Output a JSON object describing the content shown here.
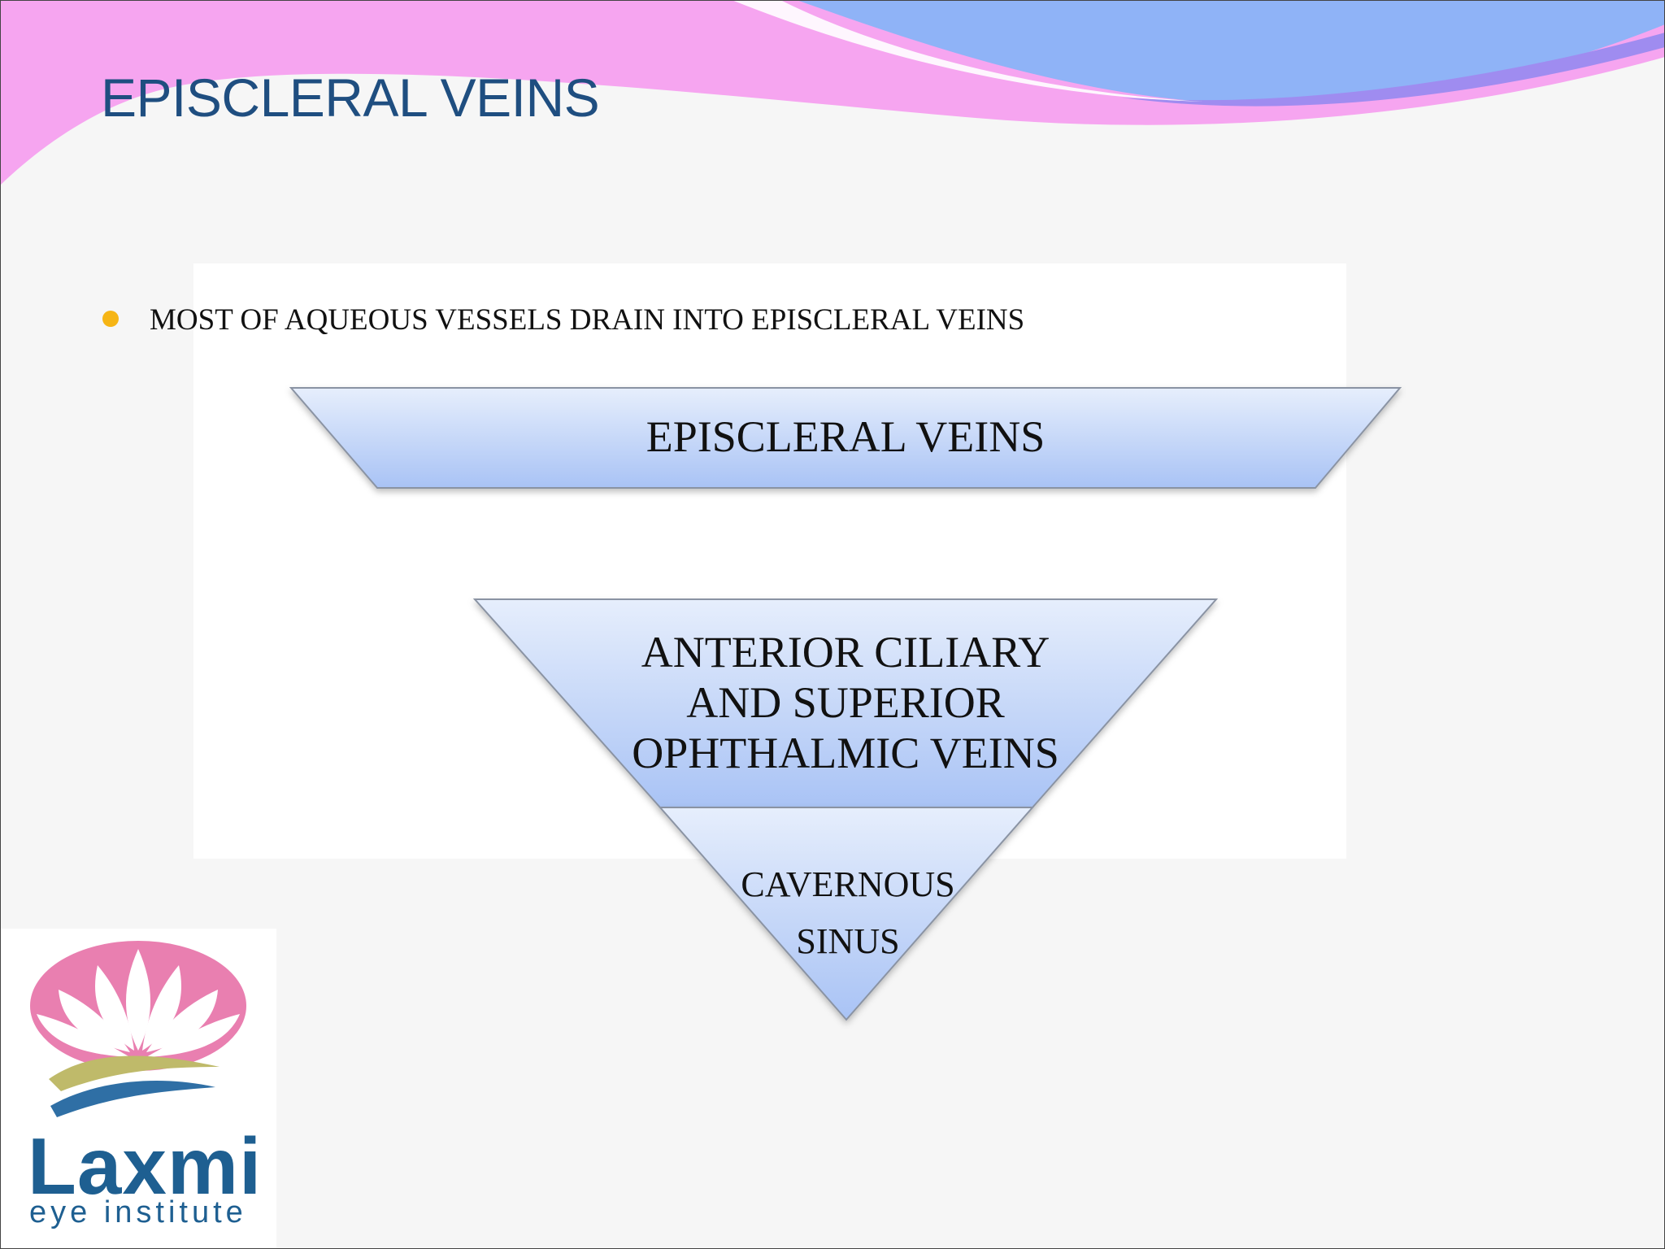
{
  "slide": {
    "title": "EPISCLERAL VEINS",
    "bullet": "MOST OF AQUEOUS VESSELS DRAIN INTO EPISCLERAL VEINS"
  },
  "diagram": {
    "top_box": "EPISCLERAL VEINS",
    "pyramid_upper": [
      "ANTERIOR CILIARY",
      "AND SUPERIOR",
      "OPHTHALMIC VEINS"
    ],
    "pyramid_lower": [
      "CAVERNOUS",
      "SINUS"
    ]
  },
  "logo": {
    "name": "Laxmi",
    "subtitle": "eye institute"
  },
  "colors": {
    "title": "#1f4e80",
    "bullet": "#f6b515",
    "banner_pink": "#f6a5f0",
    "banner_blue": "#8fb3f7",
    "shape_fill_top": "#e6eefc",
    "shape_fill_bottom": "#a9c3f5",
    "logo_pink": "#e97fb0",
    "logo_olive": "#bfba6a",
    "logo_blue": "#1e5f91"
  }
}
